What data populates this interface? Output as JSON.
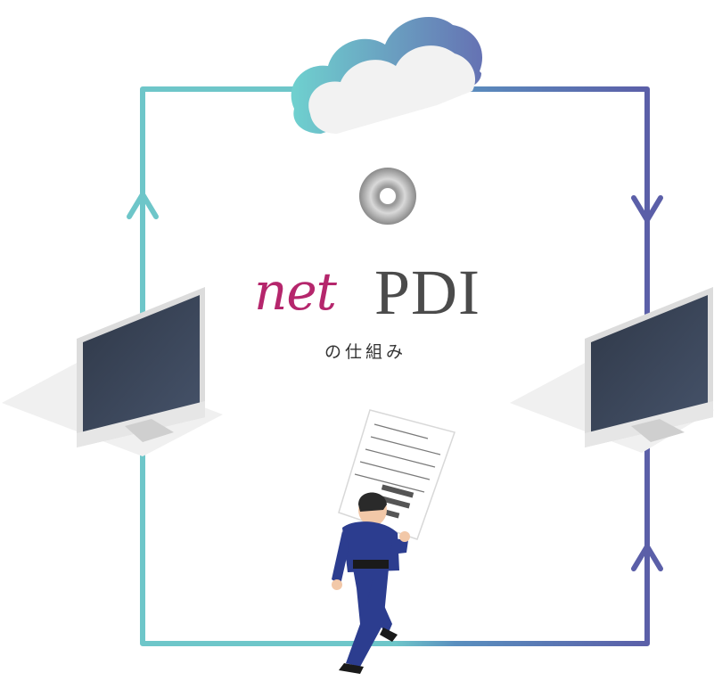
{
  "logo": {
    "net": "net",
    "pdi": "PDI"
  },
  "subtitle": "の仕組み",
  "colors": {
    "loop_left": "#6ec6c9",
    "loop_right": "#5b5fa8",
    "logo_net": "#b5266c",
    "logo_pdi": "#4b4b4b",
    "monitor_screen": "#3a4456",
    "person_suit": "#2c3d8f"
  },
  "icons": [
    "cloud-icon",
    "cd-icon",
    "monitor-icon",
    "monitor-icon",
    "document-icon",
    "person-icon"
  ]
}
